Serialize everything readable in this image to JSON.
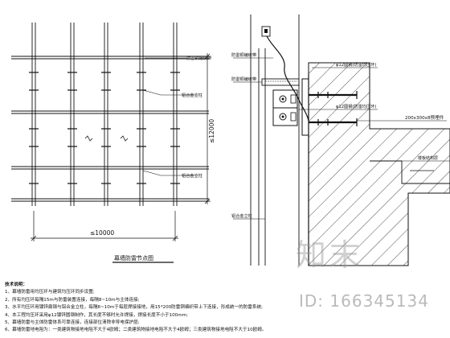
{
  "left_view": {
    "title": "幕墙防雷节点图",
    "width_dim": "≤10000",
    "height_dim": "≤12000",
    "labels": {
      "leader_1": "防雷铜编织带",
      "leader_2": "铝合金立柱",
      "leader_3": "铝合金立柱"
    }
  },
  "right_view": {
    "labels": {
      "braid_top": "防雷铜编织带",
      "bar_12": "φ12圆钢(防雷均压环)",
      "braid_mid": "防雷铜编织带",
      "embed": "200x300x8预埋件",
      "bar_12_b": "φ12圆钢(防雷均压环)",
      "floor": "楼板结构层",
      "column": "铝合金立柱"
    }
  },
  "notes": {
    "title": "技术说明：",
    "lines": [
      "1、幕墙防雷用均压环与建筑均压环同步设置;",
      "2、所有均压环每隔15m与防雷装置连接，每隔8~10m与主体连接;",
      "3、水平均压环用镀锌扁钢与铝合金立柱，每隔8~10m于每层焊接接地，用15*200防雷铜编织带上下连接，形成统一的防雷系统;",
      "4、本工程均压环采用φ12镀锌圆钢制作，其长度不够时允许焊接，焊接长度不小于100mm;",
      "5、幕墙防雷与主体防雷体系可靠连接，连接部位清除非导电保护层;",
      "6、幕墙防雷地电阻为：一类建筑物接地电阻不大于4欧姆；二类建筑物接地电阻不大于4欧姆；三类建筑物接地电阻不大于10欧姆。"
    ]
  },
  "watermark": "知末",
  "image_id": "ID: 166345134"
}
